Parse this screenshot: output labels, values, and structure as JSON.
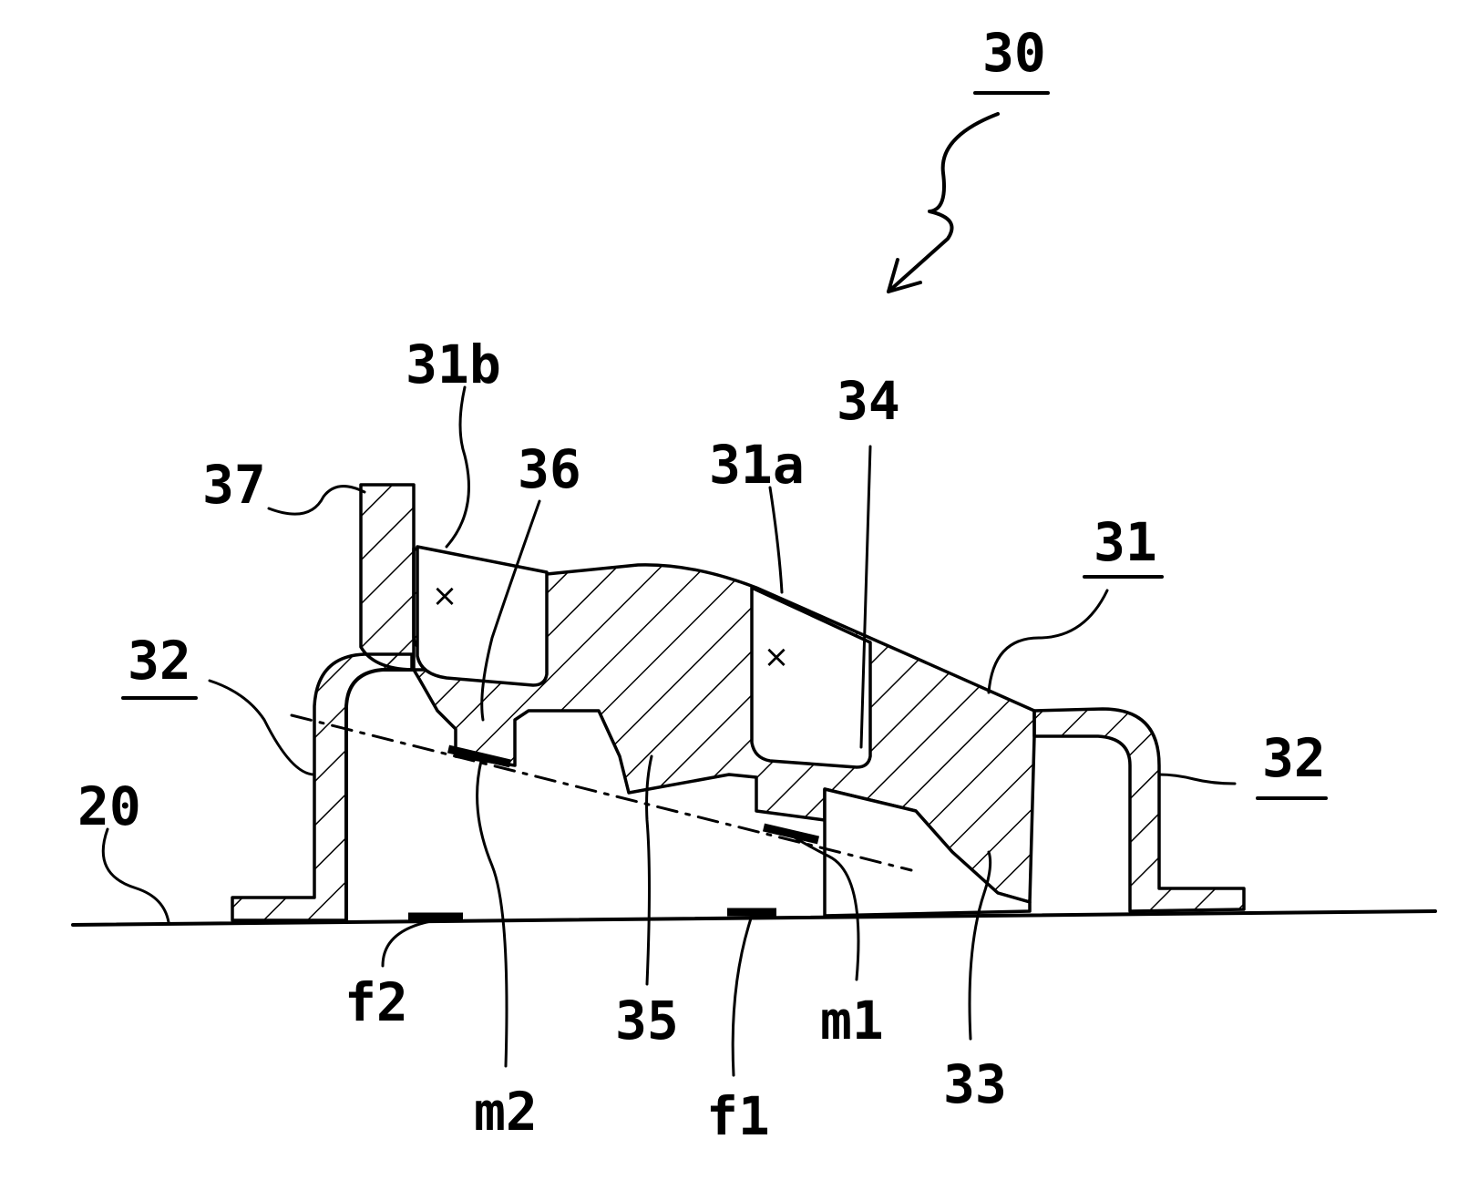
{
  "labels": {
    "ref_30": "30",
    "ref_31": "31",
    "ref_31a": "31a",
    "ref_31b": "31b",
    "ref_32_left": "32",
    "ref_32_right": "32",
    "ref_33": "33",
    "ref_34": "34",
    "ref_35": "35",
    "ref_36": "36",
    "ref_37": "37",
    "ref_20": "20",
    "ref_f1": "f1",
    "ref_f2": "f2",
    "ref_m1": "m1",
    "ref_m2": "m2"
  },
  "colors": {
    "ink": "#000000",
    "paper": "#ffffff"
  }
}
